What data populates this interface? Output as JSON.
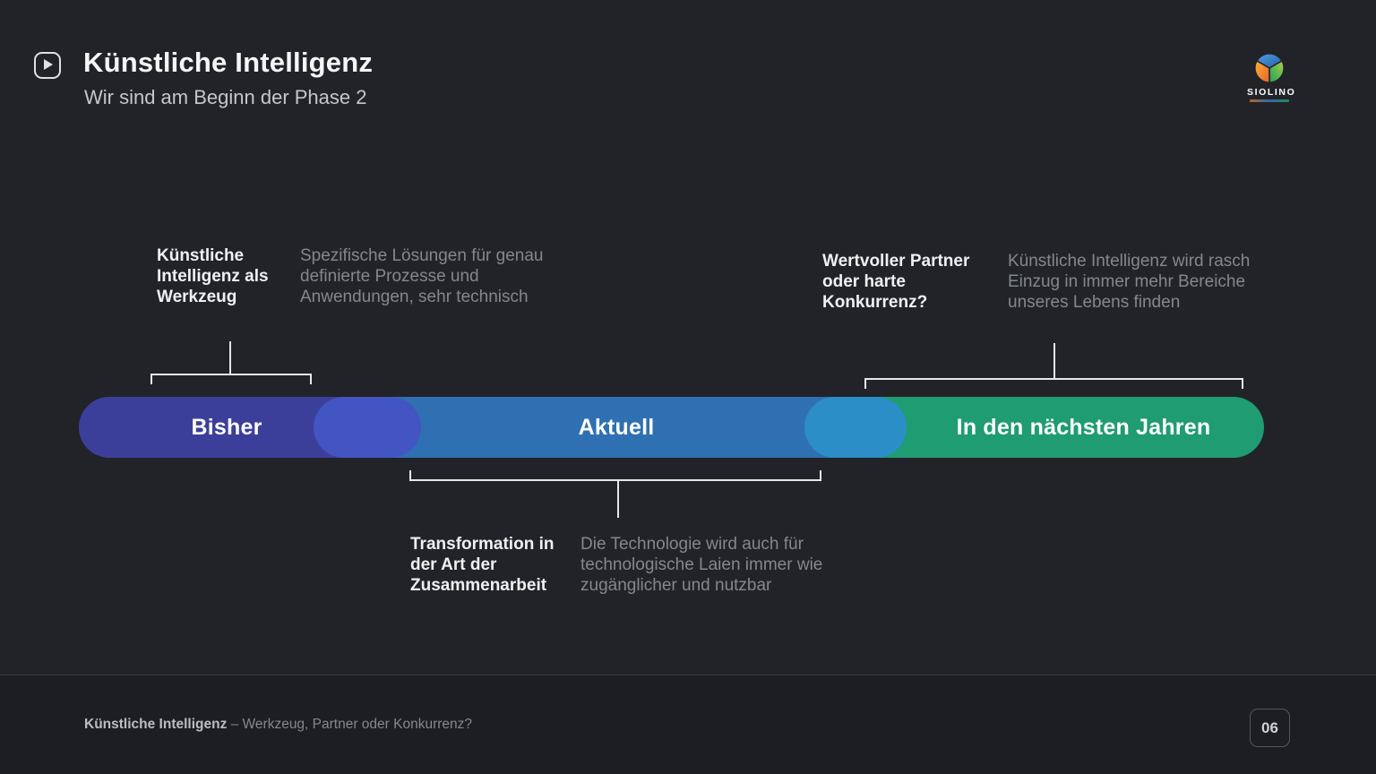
{
  "header": {
    "title": "Künstliche Intelligenz",
    "subtitle": "Wir sind am Beginn der Phase 2"
  },
  "logo": {
    "name": "SIOLINO",
    "petal_colors": {
      "top": "#3a7fd5",
      "bottom_left": "#ef8a1f",
      "bottom_right": "#54b33c"
    }
  },
  "timeline": {
    "segments": [
      {
        "label": "Bisher",
        "color": "#3c3f9a"
      },
      {
        "label": "Aktuell",
        "color": "#2f70b3"
      },
      {
        "label": "In den nächsten Jahren",
        "color": "#1f9c71"
      }
    ],
    "connectors": [
      {
        "color": "#4355c2"
      },
      {
        "color": "#2b8ec6"
      }
    ]
  },
  "annotations": {
    "bisher": {
      "heading": "Künstliche Intelligenz als Werkzeug",
      "body": "Spezifische Lösungen für genau definierte Prozesse und Anwendungen, sehr technisch"
    },
    "zukunft": {
      "heading": "Wertvoller Partner oder harte Konkurrenz?",
      "body": "Künstliche Intelligenz wird rasch Einzug in immer mehr Bereiche unseres Lebens finden"
    },
    "aktuell": {
      "heading": "Transformation in der Art der Zusammenarbeit",
      "body": "Die Technologie wird auch für technologische Laien immer wie zugänglicher und nutzbar"
    }
  },
  "footer": {
    "deck_title": "Künstliche Intelligenz",
    "deck_subtitle": " – Werkzeug, Partner oder Konkurrenz?",
    "page_number": "06"
  }
}
